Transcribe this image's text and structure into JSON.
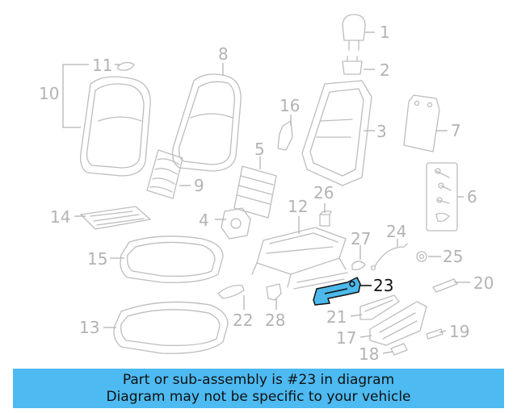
{
  "diagram": {
    "labels": [
      "1",
      "2",
      "3",
      "4",
      "5",
      "6",
      "7",
      "8",
      "9",
      "10",
      "11",
      "12",
      "13",
      "14",
      "15",
      "16",
      "17",
      "18",
      "19",
      "20",
      "21",
      "22",
      "23",
      "24",
      "25",
      "26",
      "27",
      "28"
    ],
    "highlight": "23",
    "colors": {
      "line": "#bdbdbd",
      "label": "#b3b3b3",
      "highlight_fill": "#4db8ea",
      "highlight_label": "#111111"
    }
  },
  "banner": {
    "line1": "Part or sub-assembly is #23 in diagram",
    "line2": "Diagram may not be specific to your vehicle",
    "color": "#4dbaf2"
  }
}
